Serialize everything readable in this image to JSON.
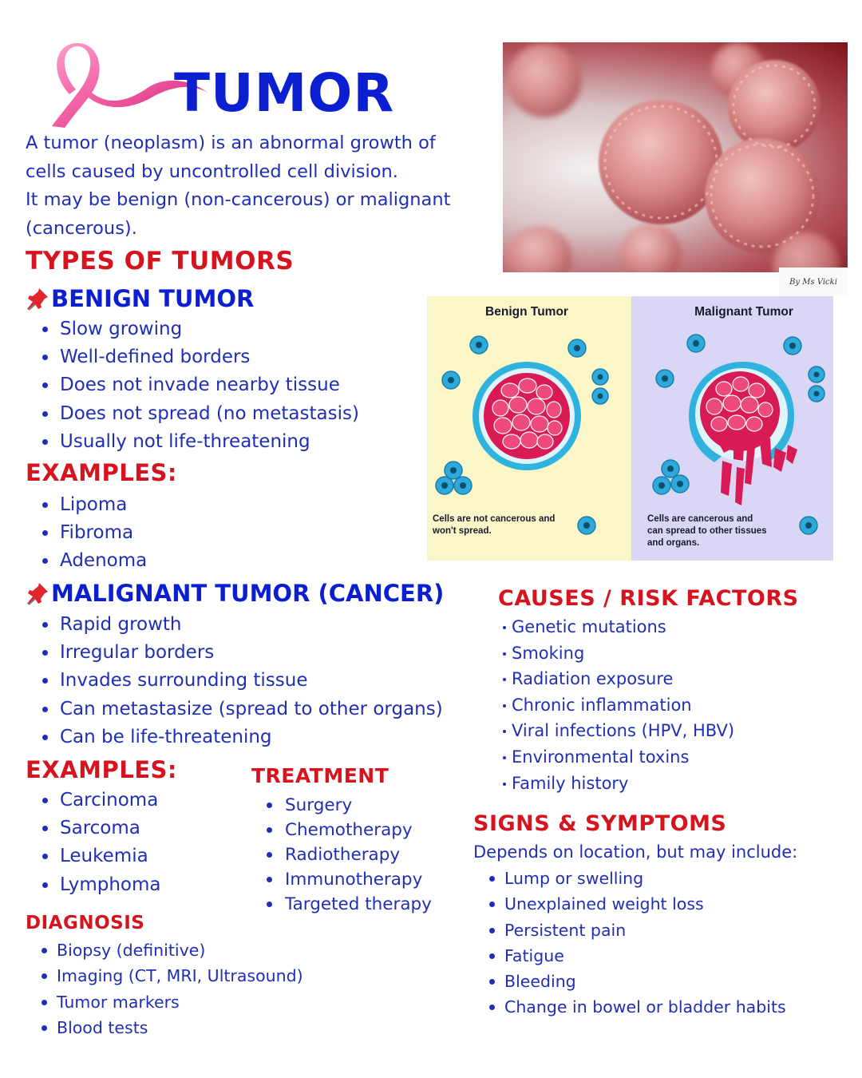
{
  "header": {
    "title": "TUMOR",
    "ribbon_icon": "pink-ribbon-icon"
  },
  "intro": {
    "line1": "A tumor (neoplasm) is an abnormal growth of",
    "line2": "cells caused by uncontrolled cell division.",
    "line3": "It may be benign (non-cancerous) or malignant",
    "line4": "(cancerous)."
  },
  "types": {
    "heading": "TYPES OF TUMORS"
  },
  "benign": {
    "heading": "BENIGN TUMOR",
    "items": [
      "Slow growing",
      "Well-defined borders",
      "Does not invade nearby tissue",
      "Does not spread (no metastasis)",
      "Usually not life-threatening"
    ],
    "examples_heading": "EXAMPLES:",
    "examples": [
      "Lipoma",
      "Fibroma",
      "Adenoma"
    ]
  },
  "malignant": {
    "heading": "MALIGNANT TUMOR (CANCER)",
    "items": [
      "Rapid growth",
      "Irregular borders",
      "Invades surrounding tissue",
      "Can metastasize (spread to other organs)",
      "Can be life-threatening"
    ],
    "examples_heading": "EXAMPLES:",
    "examples": [
      "Carcinoma",
      "Sarcoma",
      "Leukemia",
      "Lymphoma"
    ]
  },
  "treatment": {
    "heading": "TREATMENT",
    "items": [
      "Surgery",
      "Chemotherapy",
      "Radiotherapy",
      "Immunotherapy",
      "Targeted therapy"
    ]
  },
  "diagnosis": {
    "heading": "DIAGNOSIS",
    "items": [
      "Biopsy (definitive)",
      "Imaging (CT, MRI, Ultrasound)",
      "Tumor markers",
      "Blood tests"
    ]
  },
  "causes": {
    "heading": "CAUSES / RISK FACTORS",
    "items": [
      "Genetic mutations",
      "Smoking",
      "Radiation exposure",
      "Chronic inflammation",
      "Viral infections (HPV, HBV)",
      "Environmental toxins",
      "Family history"
    ]
  },
  "signs": {
    "heading": "SIGNS & SYMPTOMS",
    "intro": "Depends on location, but may include:",
    "items": [
      "Lump or swelling",
      "Unexplained weight loss",
      "Persistent pain",
      "Fatigue",
      "Bleeding",
      "Change in bowel or bladder habits"
    ]
  },
  "diagram": {
    "benign_title": "Benign Tumor",
    "malignant_title": "Malignant Tumor",
    "benign_caption_1": "Cells are not cancerous and",
    "benign_caption_2": "won't spread.",
    "malignant_caption_1": "Cells are cancerous and",
    "malignant_caption_2": "can spread to other tissues",
    "malignant_caption_3": "and organs."
  },
  "signature": "By Ms Vicki",
  "colors": {
    "heading_red": "#d6141f",
    "heading_blue": "#0b1fd1",
    "body_blue": "#1f2fb5",
    "ribbon_pink": "#f06aa8",
    "benign_panel": "#fbf6c8",
    "malignant_panel": "#d9d7f5",
    "tumor_cell": "#e0245e",
    "blood_cell": "#2fa9d9"
  }
}
